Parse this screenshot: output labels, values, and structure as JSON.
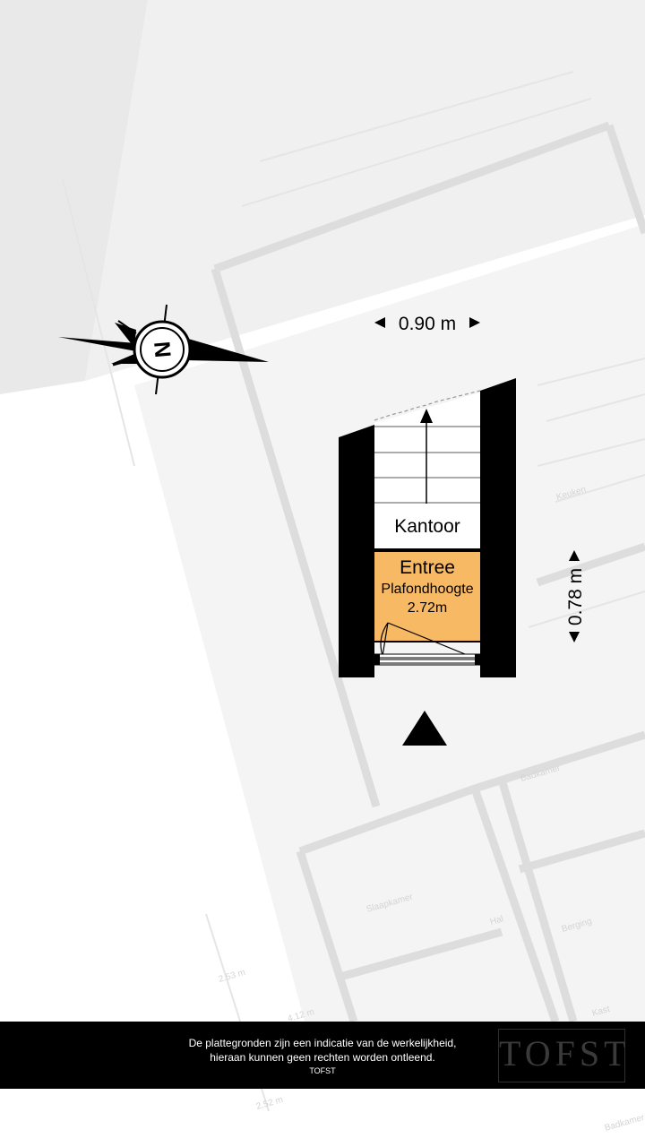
{
  "plan": {
    "compass_label": "N",
    "dimensions": {
      "width": "0.90 m",
      "depth": "0.78 m"
    },
    "rooms": [
      {
        "name": "Kantoor",
        "color": "#ffffff"
      },
      {
        "name": "Entree",
        "ceiling_label": "Plafondhoogte",
        "ceiling_height": "2.72m",
        "color": "#f7b964"
      }
    ]
  },
  "background": {
    "labels": [
      "Badkamer",
      "Slaapkamer",
      "Hal",
      "Berging",
      "Kast",
      "Keuken",
      "Badkamer",
      "2.53 m",
      "4.12 m",
      "2.52 m"
    ]
  },
  "footer": {
    "line1": "De plattegronden zijn een indicatie van de werkelijkheid,",
    "line2": "hieraan kunnen geen rechten worden ontleend.",
    "line3": "TOFST",
    "logo": "TOFST"
  },
  "colors": {
    "wall": "#000000",
    "entree_fill": "#f7b964",
    "footer_bg": "#000000"
  }
}
